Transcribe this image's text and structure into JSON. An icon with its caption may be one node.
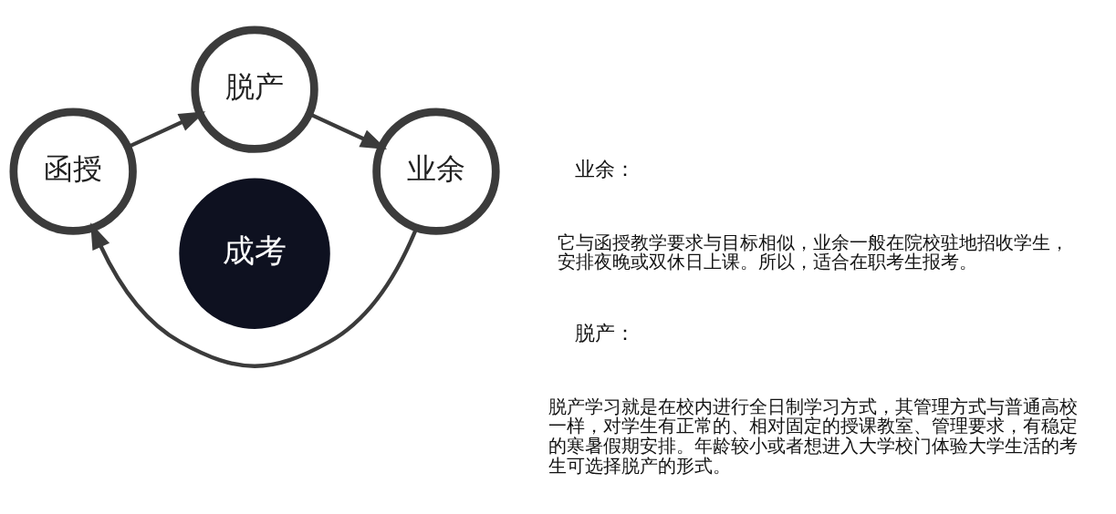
{
  "diagram": {
    "nodes": [
      {
        "text": [
          "脱产"
        ]
      },
      {
        "text": [
          "成考"
        ]
      },
      {
        "text": [
          "函授"
        ]
      },
      {
        "text": [
          "业余"
        ]
      }
    ],
    "edges": [
      {
        "from": 0,
        "to": 3,
        "arrow": "to"
      },
      {
        "from": 3,
        "to": 2,
        "arrow": "to"
      },
      {
        "from": 2,
        "to": 0,
        "arrow": "to"
      }
    ],
    "labels": [
      "业余：",
      "它与函授教学要求与目标相似，业余一般在院校驻地招收学生，安排夜晚或双休日上课。所以，适合在职考生报考。",
      "脱产：",
      "脱产学习就是在校内进行全日制学习方式，其管理方式与普通高校一样，对学生有正常的、相对固定的授课教室、管理要求，有稳定的寒暑假期安排。年龄较小或者想进入大学校门体验大学生活的考生可选择脱产的形式。"
    ]
  }
}
